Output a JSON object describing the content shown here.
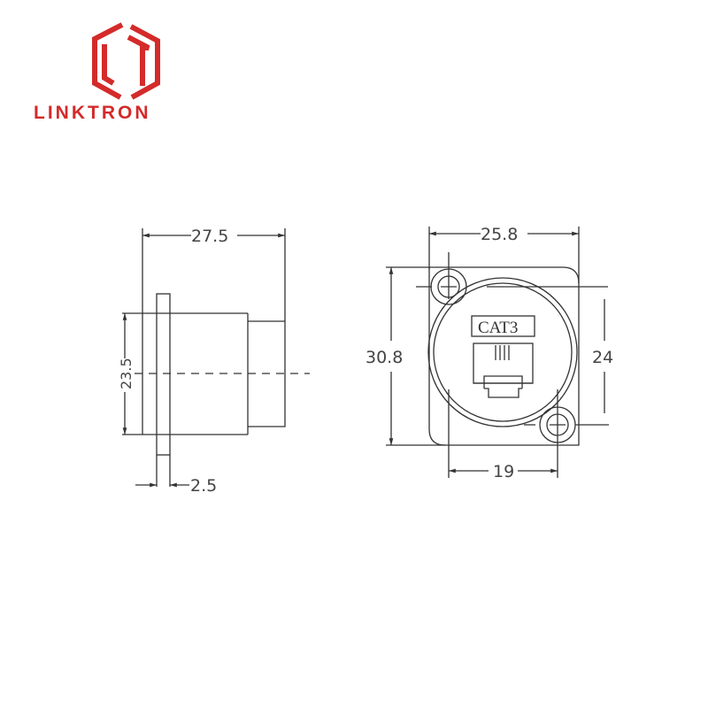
{
  "brand": {
    "name": "LINKTRON",
    "color": "#d42a2a",
    "logo_icon": "hexagon-lt-monogram"
  },
  "side_view": {
    "dimensions": {
      "total_length": "27.5",
      "height": "23.5",
      "flange_thickness": "2.5"
    }
  },
  "front_view": {
    "label": "CAT3",
    "dimensions": {
      "panel_width": "25.8",
      "panel_height": "30.8",
      "hole_vertical_spacing": "24",
      "hole_horizontal_spacing": "19"
    }
  },
  "colors": {
    "line": "#333333",
    "background": "#ffffff"
  }
}
